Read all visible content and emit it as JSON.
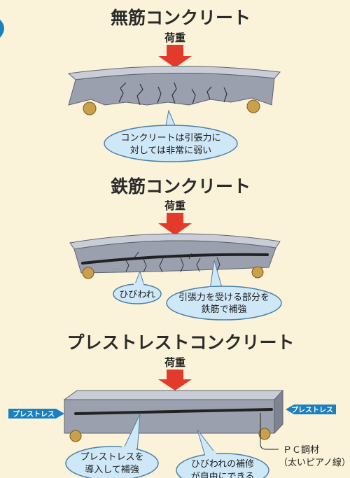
{
  "colors": {
    "background": "#faf3d9",
    "arrow": "#e23a2b",
    "concrete_top": "#c9cdd6",
    "concrete": "#9aa0ad",
    "concrete_edge": "#5d636f",
    "bubble_fill": "#cfe8f7",
    "bubble_stroke": "#4d7fa8",
    "rebar": "#222222",
    "support": "#c9a14a",
    "side_label": "#1c7fc0",
    "crack": "#2e3340"
  },
  "sections": {
    "plain": {
      "title": "無筋コンクリート",
      "load_label": "荷重",
      "bubble_line1": "コンクリートは引張力に",
      "bubble_line2": "対しては非常に弱い"
    },
    "reinforced": {
      "title": "鉄筋コンクリート",
      "load_label": "荷重",
      "crack_label": "ひびわれ",
      "bubble_line1": "引張力を受ける部分を",
      "bubble_line2": "鉄筋で補強"
    },
    "prestressed": {
      "title": "プレストレストコンクリート",
      "load_label": "荷重",
      "prestress_left": "プレストレス",
      "prestress_right": "プレストレス",
      "bubble1_line1": "プレストレスを",
      "bubble1_line2": "導入して補強",
      "bubble2_line1": "ひびわれの補修",
      "bubble2_line2": "が自由にできる",
      "pc_line1": "ＰＣ鋼材",
      "pc_line2": "（太いピアノ線）"
    }
  }
}
